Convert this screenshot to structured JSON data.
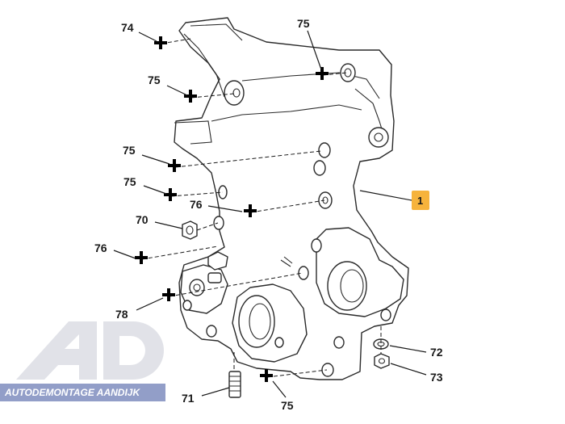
{
  "callouts": {
    "c74": "74",
    "c75_top": "75",
    "c75_a": "75",
    "c75_b": "75",
    "c75_c": "75",
    "c76_a": "76",
    "c76_b": "76",
    "c70": "70",
    "c78": "78",
    "c71": "71",
    "c75_bottom": "75",
    "c72": "72",
    "c73": "73"
  },
  "reference": {
    "label": "1",
    "badge_color": "#f6b33c"
  },
  "watermark": {
    "logo_letters": "AD",
    "caption": "AUTODEMONTAGE AANDIJK",
    "color": "#3a4f9c"
  }
}
